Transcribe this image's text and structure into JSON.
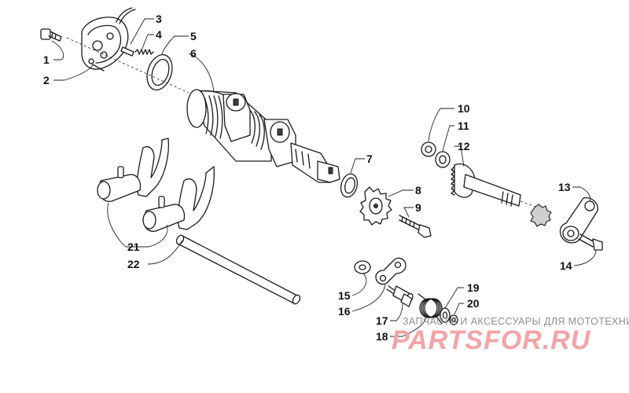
{
  "diagram": {
    "callouts": [
      "1",
      "2",
      "3",
      "4",
      "5",
      "6",
      "7",
      "8",
      "9",
      "10",
      "11",
      "12",
      "13",
      "14",
      "15",
      "16",
      "17",
      "18",
      "19",
      "20",
      "21",
      "22"
    ]
  },
  "watermark": {
    "caption": "ЗАПЧАСТИ И АКСЕССУАРЫ ДЛЯ МОТОТЕХНИКИ",
    "logo": "PARTSFOR.RU",
    "color": "#f4a3a6"
  }
}
